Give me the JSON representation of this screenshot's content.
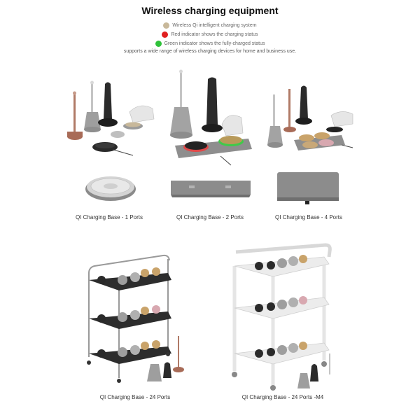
{
  "title": "Wireless charging equipment",
  "legend": [
    {
      "text": "Wireless Qi intelligent charging system",
      "color": "#c8b89a"
    },
    {
      "text": "Red indicator shows the charging status",
      "color": "#e02020"
    },
    {
      "text": "Green indicator shows the fully-charged status",
      "color": "#2fc23a"
    }
  ],
  "subtitle": "supports a wide range of wireless charging devices for home and business use.",
  "products": {
    "base1": "QI Charging Base - 1 Ports",
    "base2": "QI Charging Base - 2 Ports",
    "base4": "QI Charging Base - 4 Ports",
    "cart24": "QI Charging Base - 24 Ports",
    "cart24m4": "QI Charging Base - 24 Ports -M4"
  }
}
